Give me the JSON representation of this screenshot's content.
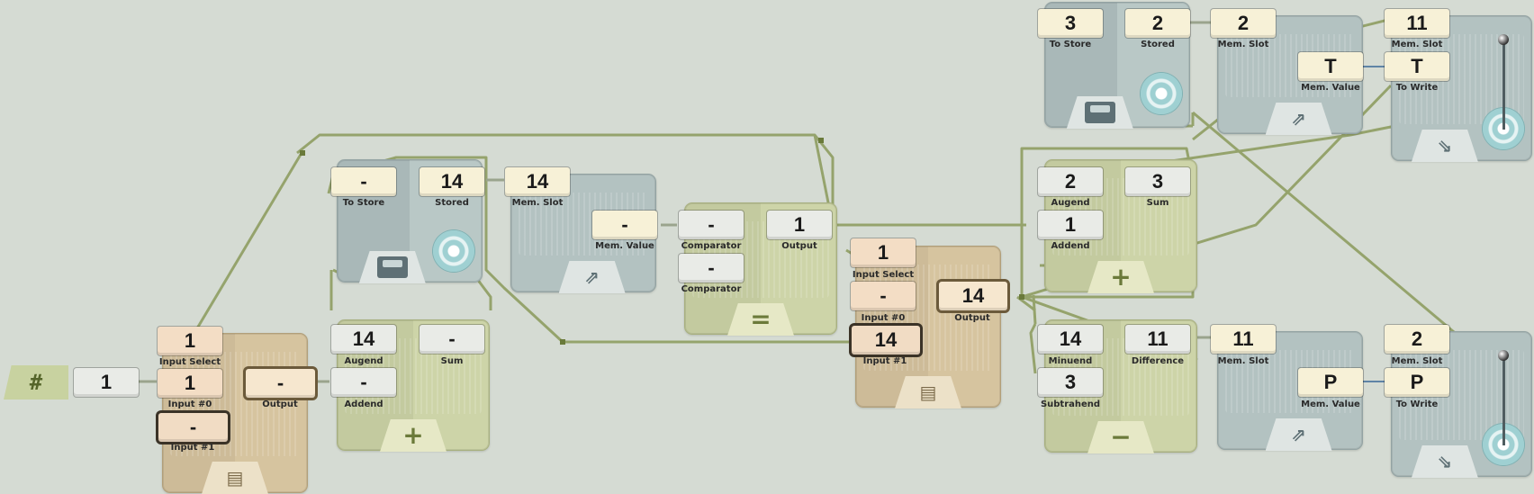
{
  "fields": {
    "f_num": "1",
    "f_mux1_sel": "1",
    "f_mux1_in0": "1",
    "f_mux1_in1": "-",
    "f_mux1_out": "-",
    "f_add1_aug": "14",
    "f_add1_add": "-",
    "f_add1_sum": "-",
    "f_store1_to": "-",
    "f_store1_stored": "14",
    "f_mem1_slot": "14",
    "f_mem1_value": "-",
    "f_cmp_a": "-",
    "f_cmp_b": "-",
    "f_cmp_out": "1",
    "f_mux2_sel": "1",
    "f_mux2_in0": "-",
    "f_mux2_in1": "14",
    "f_mux2_out": "14",
    "f_store2_to": "3",
    "f_store2_stored": "2",
    "f_mem2_slot": "2",
    "f_mem2_value": "T",
    "f_wr1_slot": "11",
    "f_wr1_write": "T",
    "f_add2_aug": "2",
    "f_add2_add": "1",
    "f_add2_sum": "3",
    "f_sub_min": "14",
    "f_sub_sub": "3",
    "f_sub_diff": "11",
    "f_mem3_slot": "11",
    "f_mem3_value": "P",
    "f_wr2_slot": "2",
    "f_wr2_write": "P"
  },
  "labels": {
    "input_select": "Input Select",
    "input_0": "Input #0",
    "input_1": "Input #1",
    "output": "Output",
    "augend": "Augend",
    "addend": "Addend",
    "sum": "Sum",
    "to_store": "To Store",
    "stored": "Stored",
    "mem_slot": "Mem. Slot",
    "mem_value": "Mem. Value",
    "comparator": "Comparator",
    "minuend": "Minuend",
    "subtrahend": "Subtrahend",
    "difference": "Difference",
    "to_write": "To Write"
  },
  "icons": {
    "number": "#",
    "plus": "+",
    "minus": "−",
    "equals": "=",
    "mux": "mux-icon",
    "read": "memory-read-icon",
    "write": "memory-write-icon",
    "storage": "storage-box-icon"
  },
  "colors": {
    "background": "#d5dbd3",
    "wire": "#8a9a5b",
    "memory_chip": "#b3c2c1",
    "arith_chip": "#c8d2a0",
    "mux_chip": "#d2bf9c"
  }
}
